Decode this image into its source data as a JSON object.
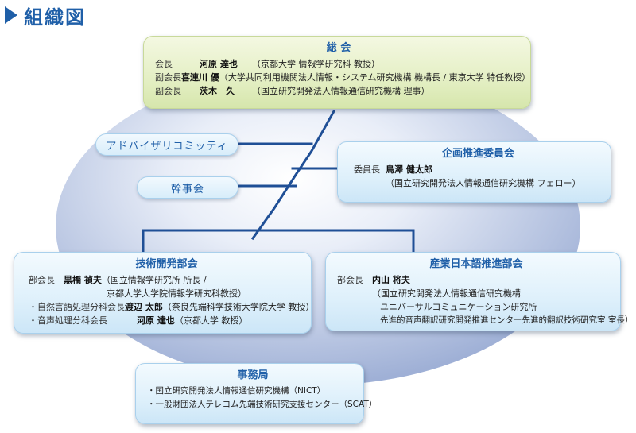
{
  "page": {
    "title": "組織図"
  },
  "general_assembly": {
    "title": "総 会",
    "members": [
      {
        "role": "会長",
        "name": "河原 達也",
        "affiliation": "（京都大学 情報学研究科 教授）"
      },
      {
        "role": "副会長",
        "name": "喜連川 優",
        "affiliation": "（大学共同利用機関法人情報・システム研究機構 機構長 / 東京大学 特任教授）"
      },
      {
        "role": "副会長",
        "name": "茨木　久",
        "affiliation": "（国立研究開発法人情報通信研究機構 理事）"
      }
    ]
  },
  "advisory": {
    "label": "アドバイザリコミッティ"
  },
  "executive": {
    "label": "幹事会"
  },
  "planning": {
    "title": "企画推進委員会",
    "role": "委員長",
    "name": "鳥澤 健太郎",
    "affiliation": "（国立研究開発法人情報通信研究機構 フェロー）"
  },
  "tech": {
    "title": "技術開発部会",
    "head": {
      "role": "部会長",
      "name": "黒橋 禎夫",
      "aff_line1": "（国立情報学研究所 所長 /",
      "aff_line2": "京都大学大学院情報学研究科教授）"
    },
    "subs": [
      {
        "role": "・自然言語処理分科会長",
        "name": "渡辺 太郎",
        "affiliation": "（奈良先端科学技術大学院大学 教授）"
      },
      {
        "role": "・音声処理分科会長",
        "name": "河原 達也",
        "affiliation": "（京都大学 教授）"
      }
    ]
  },
  "industry": {
    "title": "産業日本語推進部会",
    "role": "部会長",
    "name": "内山 将夫",
    "aff_lines": [
      "（国立研究開発法人情報通信研究機構",
      "ユニバーサルコミュニケーション研究所",
      "先進的音声翻訳研究開発推進センター先進的翻訳技術研究室 室長）"
    ]
  },
  "secretariat": {
    "title": "事務局",
    "items": [
      "・国立研究開発法人情報通信研究機構（NICT）",
      "・一般財団法人テレコム先端技術研究支援センター（SCAT）"
    ]
  },
  "colors": {
    "accent": "#1f5fa8",
    "line": "#1f4f96",
    "green_box": "#e4efc4",
    "blue_box": "#def0fb"
  }
}
